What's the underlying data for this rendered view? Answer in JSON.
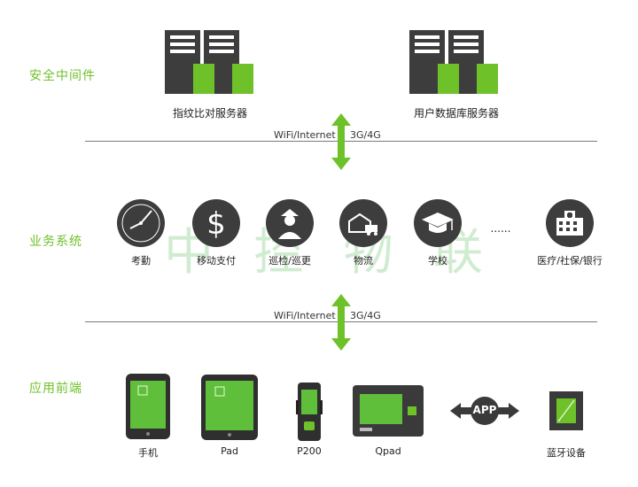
{
  "layers": {
    "security": "安全中间件",
    "business": "业务系统",
    "frontend": "应用前端"
  },
  "servers": [
    {
      "label": "指纹比对服务器",
      "icon": "server-icon"
    },
    {
      "label": "用户数据库服务器",
      "icon": "server-icon"
    }
  ],
  "network_top": {
    "left": "WiFi/Internet",
    "right": "3G/4G"
  },
  "network_bottom": {
    "left": "WiFi/Internet",
    "right": "3G/4G"
  },
  "systems": [
    {
      "label": "考勤",
      "icon": "clock-icon"
    },
    {
      "label": "移动支付",
      "icon": "dollar-icon"
    },
    {
      "label": "巡检/巡更",
      "icon": "guard-icon"
    },
    {
      "label": "物流",
      "icon": "truck-icon"
    },
    {
      "label": "学校",
      "icon": "graduation-cap-icon"
    },
    {
      "label": "医疗/社保/银行",
      "icon": "hospital-icon"
    }
  ],
  "ellipsis": "......",
  "watermark": [
    "中",
    "控",
    "物",
    "联"
  ],
  "devices": [
    {
      "label": "手机",
      "icon": "phone-icon"
    },
    {
      "label": "Pad",
      "icon": "tablet-icon"
    },
    {
      "label": "P200",
      "icon": "handheld-icon"
    },
    {
      "label": "Qpad",
      "icon": "qpad-icon"
    },
    {
      "label": "蓝牙设备",
      "icon": "bluetooth-device-icon"
    }
  ],
  "app_badge": "APP",
  "colors": {
    "accent": "#6fc12a",
    "dark": "#3a3a3a",
    "line": "#7a7a7a"
  }
}
